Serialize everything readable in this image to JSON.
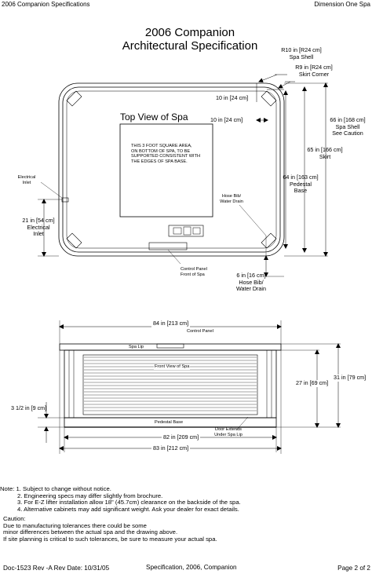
{
  "header": {
    "left": "2006  Companion Specifications",
    "right": "Dimension One Spa"
  },
  "title": {
    "line1": "2006 Companion",
    "line2": "Architectural Specification"
  },
  "top_view": {
    "heading": "Top View of Spa",
    "square_note": [
      "THIS 3 FOOT SQUARE AREA,",
      "ON BOTTOM OF SPA, TO BE",
      "SUPPORTED CONSISTENT WITH",
      "THE EDGES OF SPA BASE."
    ],
    "r10": [
      "R10 in [R24 cm]",
      "Spa Shell"
    ],
    "r9": [
      "R9 in [R24 cm]",
      "Skirt Corner"
    ],
    "dim_10_top": "10 in [24 cm]",
    "dim_10_mid": "10 in [24 cm]",
    "dim_66": [
      "66 in [168 cm]",
      "Spa Shell",
      "See Caution"
    ],
    "dim_65": [
      "65 in [166 cm]",
      "Skirt"
    ],
    "dim_64": [
      "64 in [163 cm]",
      "Pedestal",
      "Base"
    ],
    "electrical_small": [
      "Electrical",
      "Inlet"
    ],
    "electrical_dim": [
      "21 in [54 cm]",
      "Electrical",
      "Inlet"
    ],
    "hose_small": [
      "Hose Bib/",
      "Water Drain"
    ],
    "control_panel": [
      "Control Panel",
      "Front of Spa"
    ],
    "hose_dim": [
      "6 in [16 cm]",
      "Hose Bib/",
      "Water Drain"
    ]
  },
  "front_view": {
    "dim_84": "84 in [213 cm]",
    "control_panel": "Control Panel",
    "spa_lip": "Spa Lip",
    "heading": "Front View of Spa",
    "dim_27": "27 in [69 cm]",
    "dim_31": "31 in [79 cm]",
    "dim_3_5": "3 1/2 in [9 cm]",
    "pedestal_base": "Pedestal Base",
    "door": [
      "Door Extends",
      "Under Spa Lip"
    ],
    "dim_82": "82 in [209 cm]",
    "dim_83": "83 in [212 cm]"
  },
  "notes": {
    "lines": [
      "Note: 1. Subject to change without notice.",
      "2.  Engineering specs may differ slightly from brochure.",
      "3.  For E-Z lifter installation allow 18\" (45.7cm) clearance on the backside of the spa.",
      "4.  Alternative cabinets may add significant weight.  Ask your dealer for exact details."
    ],
    "caution": [
      "Caution:",
      "Due to manufacturing tolerances there could be some",
      "minor differences between the actual spa and the drawing above.",
      "If site planning is critical to such tolerances, be sure to measure your actual spa."
    ]
  },
  "footer": {
    "doc": "Doc-1523 Rev -A  Rev Date: 10/31/05",
    "center": "Specification, 2006, Companion",
    "page": "Page 2 of 2"
  }
}
